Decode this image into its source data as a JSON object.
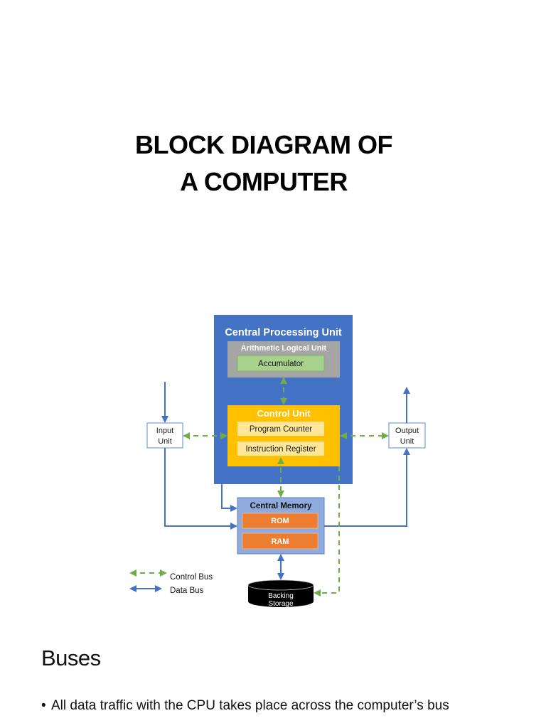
{
  "slide_title": {
    "line1": "BLOCK DIAGRAM OF",
    "line2": "A COMPUTER"
  },
  "diagram": {
    "cpu": {
      "label": "Central Processing Unit",
      "color": "#4472C4",
      "alu": {
        "label": "Arithmetic Logical Unit",
        "color": "#A5A5A5",
        "accumulator": {
          "label": "Accumulator",
          "color": "#A9D18E"
        }
      },
      "control_unit": {
        "label": "Control Unit",
        "color": "#FFC000",
        "program_counter": {
          "label": "Program Counter",
          "color": "#FFE699"
        },
        "instruction_register": {
          "label": "Instruction Register",
          "color": "#FFE699"
        }
      }
    },
    "input_unit": {
      "line1": "Input",
      "line2": "Unit"
    },
    "output_unit": {
      "line1": "Output",
      "line2": "Unit"
    },
    "central_memory": {
      "label": "Central Memory",
      "color": "#8FAADC",
      "rom": {
        "label": "ROM",
        "color": "#ED7D31"
      },
      "ram": {
        "label": "RAM",
        "color": "#ED7D31"
      }
    },
    "backing_storage": {
      "line1": "Backing",
      "line2": "Storage"
    },
    "legend": {
      "control_bus": {
        "label": "Control Bus",
        "color": "#70AD47"
      },
      "data_bus": {
        "label": "Data Bus",
        "color": "#4472C4"
      }
    }
  },
  "section": {
    "heading": "Buses",
    "bullets": [
      {
        "marker": "•",
        "text": "All data traffic with the CPU takes place across the computer’s bus"
      }
    ]
  }
}
